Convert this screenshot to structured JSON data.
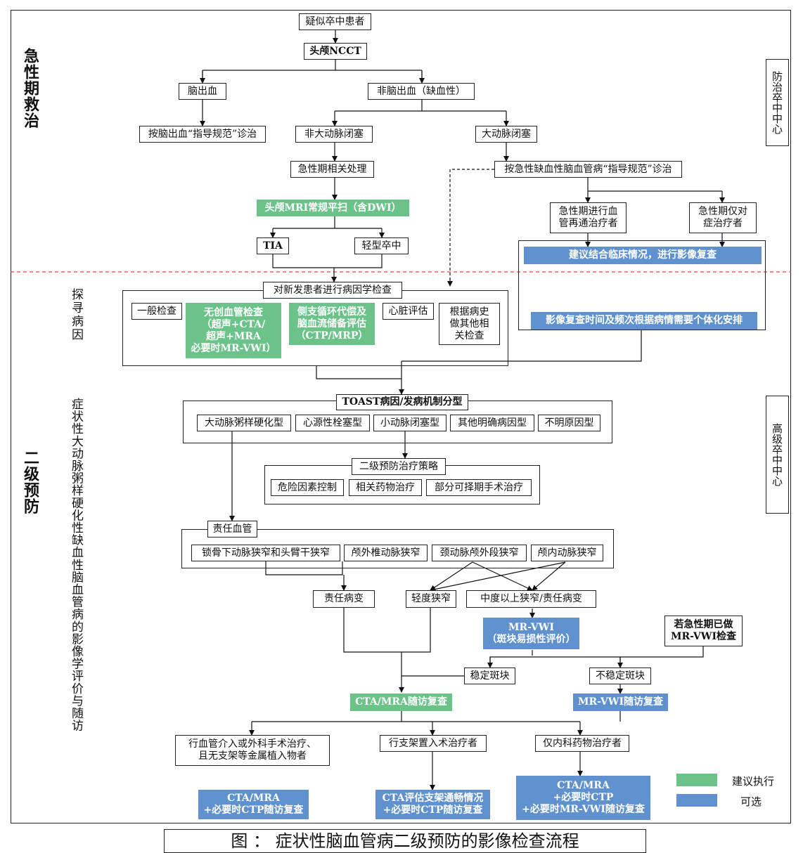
{
  "phases": {
    "acute": "急性期救治",
    "secondary": "二级预防",
    "explore": "探寻病因",
    "symptomatic": "症状性大动脉粥样硬化性缺血性脑血管病的影像学评价与随访"
  },
  "centers": {
    "prevention": "防治卒中中心",
    "advanced": "高级卒中中心"
  },
  "nodes": {
    "suspected": "疑似卒中患者",
    "ncct": "头颅NCCT",
    "hemorrhage": "脑出血",
    "non_hemorrhage": "非脑出血（缺血性）",
    "hem_guide": "按脑出血“指导规范”诊治",
    "non_large": "非大动脉闭塞",
    "large": "大动脉闭塞",
    "acute_proc": "急性期相关处理",
    "ischemic_guide": "按急性缺血性脑血管病“指导规范”诊治",
    "mri": "头颅MRI常规平扫（含DWI）",
    "tia": "TIA",
    "mild": "轻型卒中",
    "revasc": "急性期进行血\n管再通治疗者",
    "symptomatic_only": "急性期仅对\n症治疗者",
    "recheck": "建议结合临床情况，进行影像复查",
    "etiology": "对新发患者进行病因学检查",
    "general": "一般检查",
    "noninvasive": "无创血管检查\n（超声+CTA/\n超声+MRA\n必要时MR-VWI）",
    "collateral": "侧支循环代偿及\n脑血流储备评估\n（CTP/MRP）",
    "cardiac": "心脏评估",
    "history": "根据病史\n做其他相\n关检查",
    "recheck_time": "影像复查时间及频次根据病情需要个体化安排",
    "toast": "TOAST病因/发病机制分型",
    "laa": "大动脉粥样硬化型",
    "ce": "心源性栓塞型",
    "sao": "小动脉闭塞型",
    "other": "其他明确病因型",
    "unknown": "不明原因型",
    "strategy": "二级预防治疗策略",
    "risk": "危险因素控制",
    "drug": "相关药物治疗",
    "surgery": "部分可择期手术治疗",
    "culprit_vessel": "责任血管",
    "subclavian": "锁骨下动脉狭窄和头臂干狭窄",
    "vertebral": "颅外椎动脉狭窄",
    "carotid": "颈动脉颅外段狭窄",
    "intracranial": "颅内动脉狭窄",
    "culprit_lesion": "责任病变",
    "mild_stenosis": "轻度狭窄",
    "moderate": "中度以上狭窄/责任病变",
    "mrvwi": "MR-VWI\n（斑块易损性评价）",
    "if_done": "若急性期已做\nMR-VWI检查",
    "stable": "稳定斑块",
    "unstable": "不稳定斑块",
    "cta_follow": "CTA/MRA随访复查",
    "mrvwi_follow": "MR-VWI随访复查",
    "interv": "行血管介入或外科手术治疗、\n且无支架等金属植入物者",
    "stent": "行支架置入术治疗者",
    "medical": "仅内科药物治疗者",
    "out_a": "CTA/MRA\n+必要时CTP随访复查",
    "out_b": "CTA评估支架通畅情况\n+必要时CTP随访复查",
    "out_c": "CTA/MRA\n+必要时CTP\n+必要时MR-VWI随访复查"
  },
  "legend": {
    "recommended": {
      "label": "建议执行",
      "color": "#6cc38a"
    },
    "optional": {
      "label": "可选",
      "color": "#5f91cf"
    }
  },
  "caption": "图 ：   症状性脑血管病二级预防的影像检查流程"
}
